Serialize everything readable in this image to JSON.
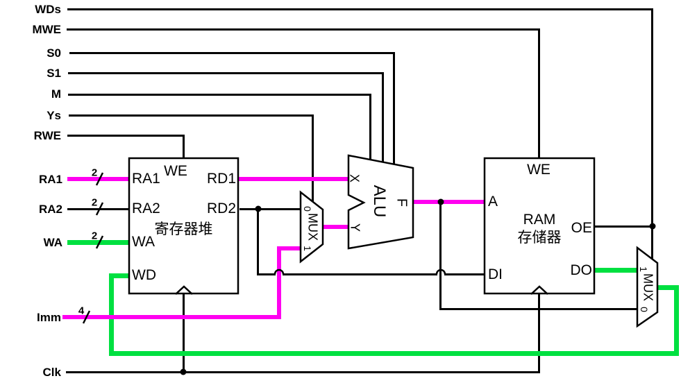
{
  "diagram": {
    "signals": {
      "wds": "WDs",
      "mwe": "MWE",
      "s0": "S0",
      "s1": "S1",
      "m": "M",
      "ys": "Ys",
      "rwe": "RWE",
      "ra1": "RA1",
      "ra2": "RA2",
      "wa": "WA",
      "imm": "Imm",
      "clk": "Clk"
    },
    "bus_widths": {
      "ra1": "2",
      "ra2": "2",
      "wa": "2",
      "imm": "4"
    },
    "regfile": {
      "title": "寄存器堆",
      "ports": {
        "we": "WE",
        "ra1": "RA1",
        "ra2": "RA2",
        "wa": "WA",
        "wd": "WD",
        "rd1": "RD1",
        "rd2": "RD2"
      }
    },
    "ram": {
      "title_line1": "RAM",
      "title_line2": "存储器",
      "ports": {
        "we": "WE",
        "a": "A",
        "di": "DI",
        "oe": "OE",
        "do": "DO"
      }
    },
    "alu": {
      "label": "ALU",
      "port_x": "X",
      "port_y": "Y",
      "port_f": "F"
    },
    "operand_mux": {
      "label": "MUX",
      "input0": "0",
      "input1": "1"
    },
    "writeback_mux": {
      "label": "MUX",
      "input0": "0",
      "input1": "1"
    },
    "colors": {
      "wire": "#000000",
      "highlight_magenta": "#ff00f0",
      "highlight_green": "#00e040",
      "background": "#ffffff"
    }
  }
}
